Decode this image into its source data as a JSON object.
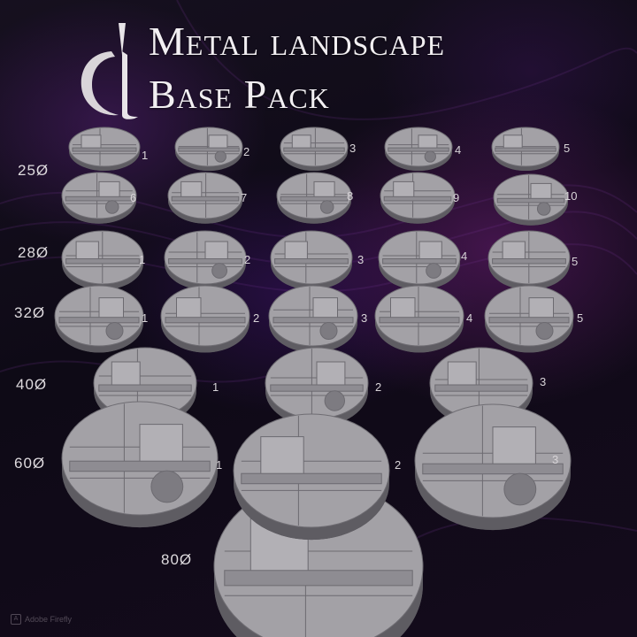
{
  "logo": {
    "icon": "lc-monogram-icon"
  },
  "title": {
    "line1": "Metal landscape",
    "line2": "Base Pack"
  },
  "size_rows": [
    {
      "label": "25Ø",
      "count": 10,
      "numbers": [
        "1",
        "2",
        "3",
        "4",
        "5",
        "6",
        "7",
        "8",
        "9",
        "10"
      ]
    },
    {
      "label": "28Ø",
      "count": 5,
      "numbers": [
        "1",
        "2",
        "3",
        "4",
        "5"
      ]
    },
    {
      "label": "32Ø",
      "count": 5,
      "numbers": [
        "1",
        "2",
        "3",
        "4",
        "5"
      ]
    },
    {
      "label": "40Ø",
      "count": 3,
      "numbers": [
        "1",
        "2",
        "3"
      ]
    },
    {
      "label": "60Ø",
      "count": 3,
      "numbers": [
        "1",
        "2",
        "3"
      ]
    },
    {
      "label": "80Ø",
      "count": 1,
      "numbers": []
    }
  ],
  "watermark": "Adobe Firefly",
  "colors": {
    "background": "#0e0a16",
    "accent_purple": "#6a2a8a",
    "base_grey": "#9a989c",
    "text": "#f2eff2"
  }
}
